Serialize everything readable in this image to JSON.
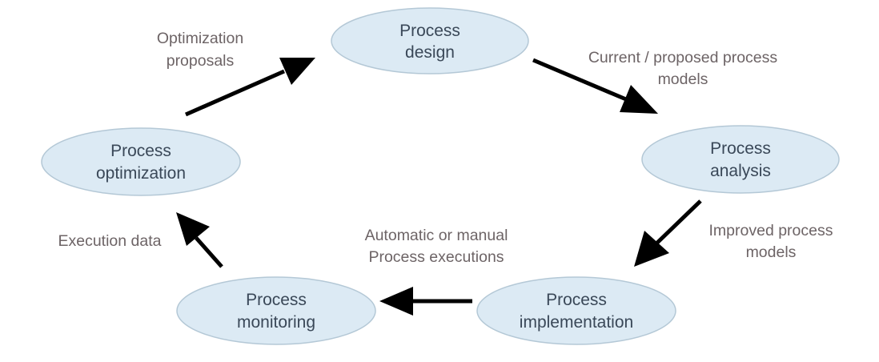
{
  "nodes": {
    "design": {
      "line1": "Process",
      "line2": "design"
    },
    "analysis": {
      "line1": "Process",
      "line2": "analysis"
    },
    "implementation": {
      "line1": "Process",
      "line2": "implementation"
    },
    "monitoring": {
      "line1": "Process",
      "line2": "monitoring"
    },
    "optimization": {
      "line1": "Process",
      "line2": "optimization"
    }
  },
  "edges": {
    "design_to_analysis": {
      "line1": "Current / proposed process",
      "line2": "models"
    },
    "analysis_to_implementation": {
      "line1": "Improved process",
      "line2": "models"
    },
    "implementation_to_monitoring": {
      "line1": "Automatic or manual",
      "line2": "Process executions"
    },
    "monitoring_to_optimization": {
      "line1": "Execution data"
    },
    "optimization_to_design": {
      "line1": "Optimization",
      "line2": "proposals"
    }
  },
  "colors": {
    "node_fill": "#dceaf4",
    "node_stroke": "#b4c8d6",
    "node_text": "#3a4858",
    "edge_text": "#6d6466",
    "arrow": "#000000"
  }
}
